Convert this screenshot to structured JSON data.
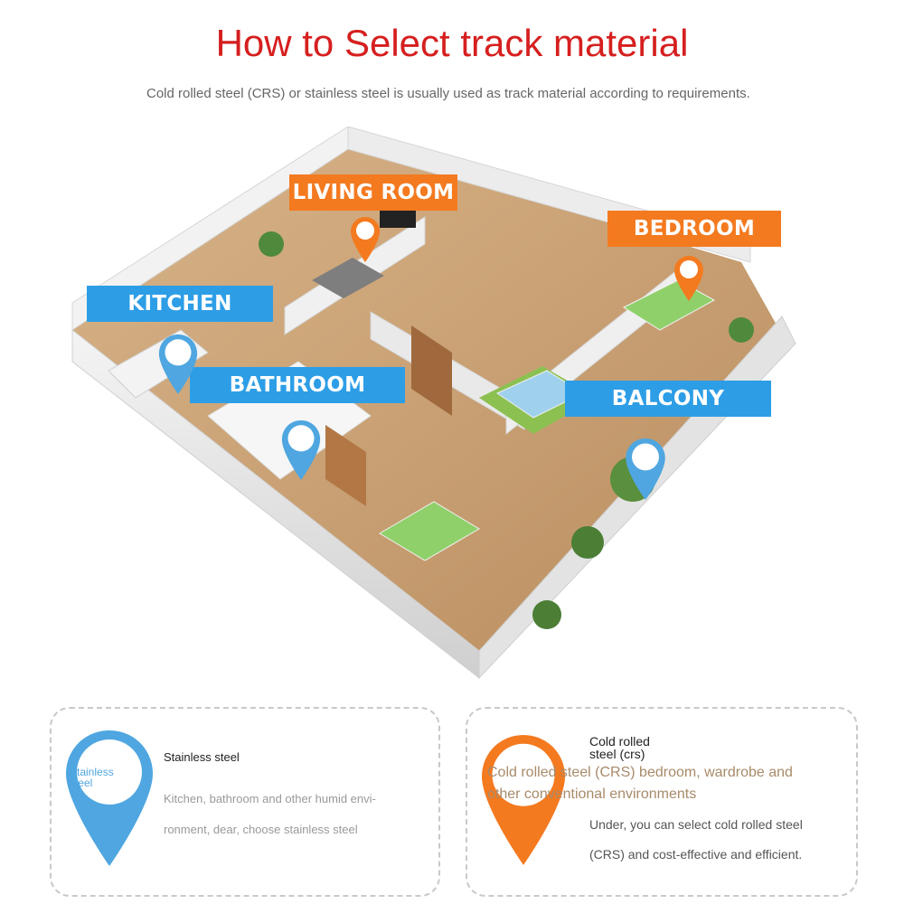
{
  "header": {
    "title": "How to Select track material",
    "subtitle": "Cold rolled steel (CRS) or stainless steel is usually used as track material according to requirements."
  },
  "rooms": {
    "living_room": "LIVING ROOM",
    "bedroom": "BEDROOM",
    "kitchen": "KITCHEN",
    "bathroom": "BATHROOM",
    "balcony": "BALCONY"
  },
  "cards": {
    "stainless": {
      "pin_label": "Stainless steel",
      "heading": "Stainless steel",
      "line1": "Kitchen, bathroom and other humid envi-",
      "line2": "ronment, dear, choose stainless steel"
    },
    "crs": {
      "heading_line1": "Cold rolled",
      "heading_line2": "steel (crs)",
      "overlay_line1": "Cold rolled steel (CRS) bedroom, wardrobe and",
      "overlay_line2": "other conventional environments",
      "line1": "Under, you can select cold rolled steel",
      "line2": "(CRS) and cost-effective and efficient."
    }
  },
  "colors": {
    "title": "#d61f1f",
    "orange": "#f47a1f",
    "blue": "#2d9ee6",
    "floor": "#c9a074",
    "wall": "#efefef"
  }
}
